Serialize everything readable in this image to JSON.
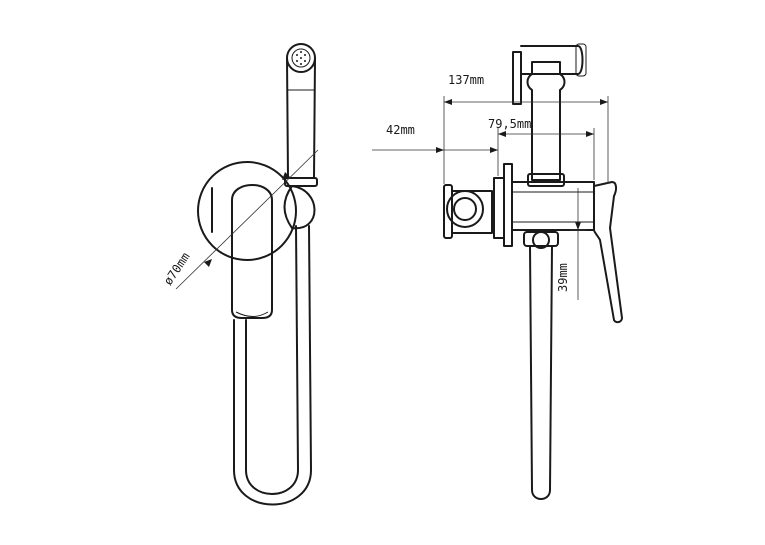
{
  "dimensions": {
    "overall_length": "137mm",
    "body_length": "79,5mm",
    "wall_offset": "42mm",
    "diameter": "ø70mm",
    "height": "39mm"
  },
  "colors": {
    "line": "#1a1a1a",
    "background": "#ffffff"
  }
}
